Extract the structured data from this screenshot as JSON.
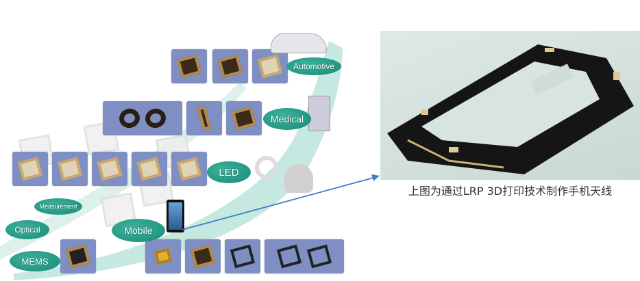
{
  "applications": {
    "automotive": "Automotive",
    "medical": "Medical",
    "led": "LED",
    "mobile": "Mobile",
    "measurement": "Measurement",
    "optical": "Optical",
    "mems": "MEMS"
  },
  "caption": "上图为通过LRP 3D打印技术制作手机天线",
  "colors": {
    "tile": "#7f8fc4",
    "label": "#1f9a84",
    "arrow": "#3f7fc8"
  }
}
